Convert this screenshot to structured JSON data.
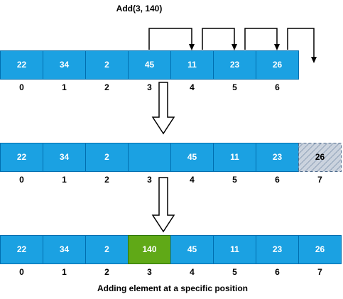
{
  "title": "Add(3, 140)",
  "caption": "Adding element at a specific position",
  "colors": {
    "cell_fill": "#1BA1E2",
    "cell_stroke": "#006EAF",
    "inserted_fill": "#60A917",
    "inserted_stroke": "#2D7600",
    "moved_fill": "#CBD3DE",
    "moved_stroke": "#4D6A8C"
  },
  "rows": [
    {
      "name": "original",
      "cells": [
        {
          "value": "22",
          "state": "normal"
        },
        {
          "value": "34",
          "state": "normal"
        },
        {
          "value": "2",
          "state": "normal"
        },
        {
          "value": "45",
          "state": "normal"
        },
        {
          "value": "11",
          "state": "normal"
        },
        {
          "value": "23",
          "state": "normal"
        },
        {
          "value": "26",
          "state": "normal"
        }
      ],
      "indices": [
        "0",
        "1",
        "2",
        "3",
        "4",
        "5",
        "6"
      ]
    },
    {
      "name": "shifted",
      "cells": [
        {
          "value": "22",
          "state": "normal"
        },
        {
          "value": "34",
          "state": "normal"
        },
        {
          "value": "2",
          "state": "normal"
        },
        {
          "value": "",
          "state": "normal"
        },
        {
          "value": "45",
          "state": "normal"
        },
        {
          "value": "11",
          "state": "normal"
        },
        {
          "value": "23",
          "state": "normal"
        },
        {
          "value": "26",
          "state": "moved"
        }
      ],
      "indices": [
        "0",
        "1",
        "2",
        "3",
        "4",
        "5",
        "6",
        "7"
      ]
    },
    {
      "name": "result",
      "cells": [
        {
          "value": "22",
          "state": "normal"
        },
        {
          "value": "34",
          "state": "normal"
        },
        {
          "value": "2",
          "state": "normal"
        },
        {
          "value": "140",
          "state": "inserted"
        },
        {
          "value": "45",
          "state": "normal"
        },
        {
          "value": "11",
          "state": "normal"
        },
        {
          "value": "23",
          "state": "normal"
        },
        {
          "value": "26",
          "state": "normal"
        }
      ],
      "indices": [
        "0",
        "1",
        "2",
        "3",
        "4",
        "5",
        "6",
        "7"
      ]
    }
  ]
}
